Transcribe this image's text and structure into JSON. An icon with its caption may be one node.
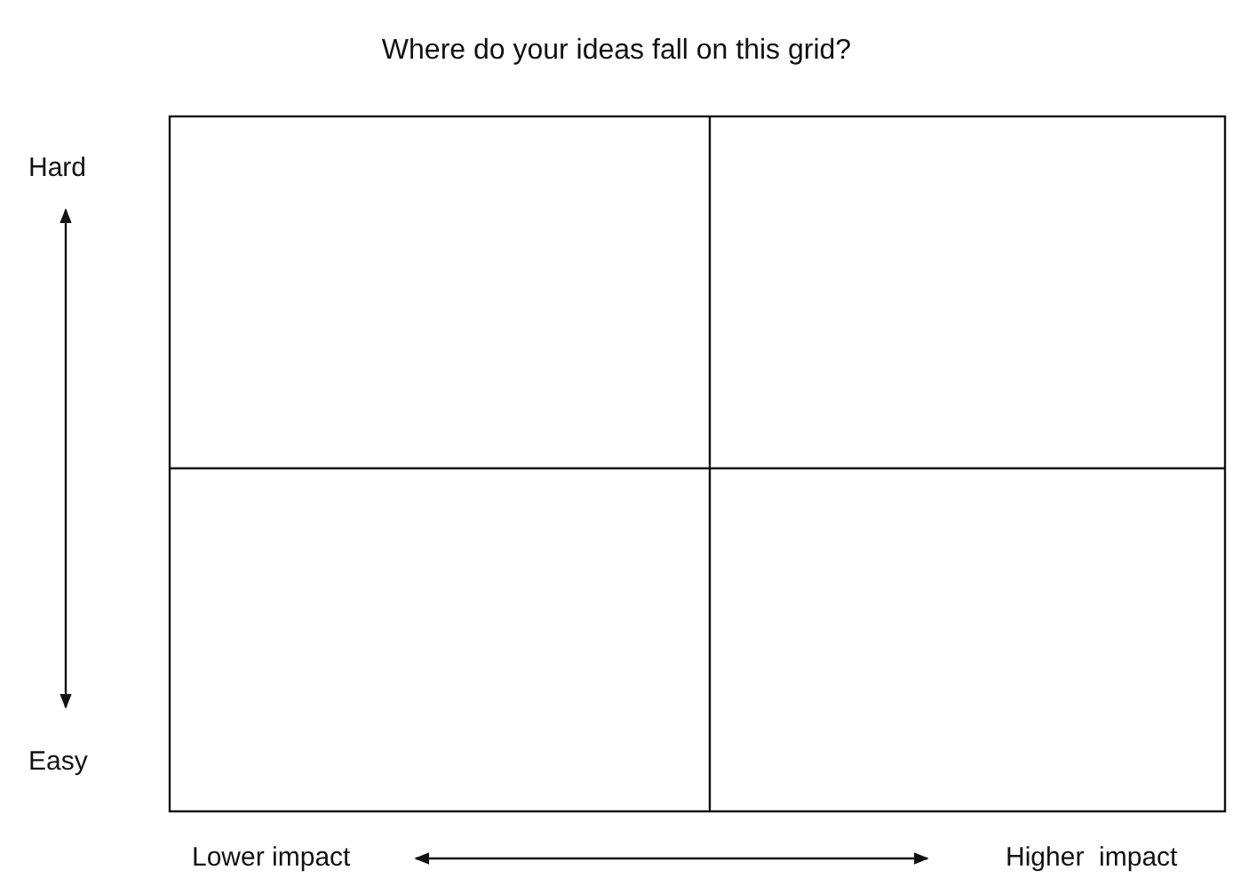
{
  "diagram": {
    "title": "Where do your ideas fall on this grid?",
    "labels": [
      "Hard",
      "Easy",
      "Lower impact",
      "Higher  impact"
    ]
  }
}
